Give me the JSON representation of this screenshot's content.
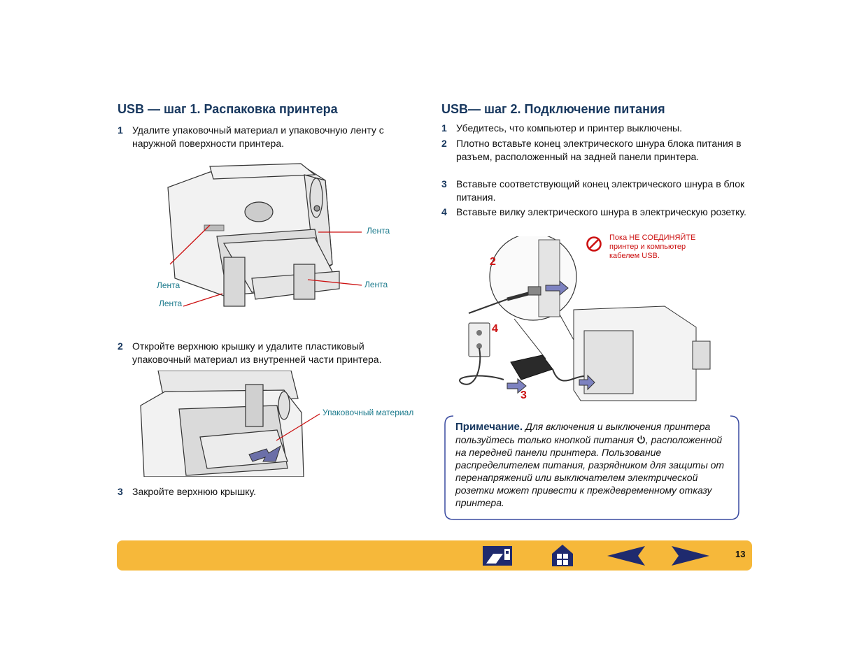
{
  "left": {
    "heading": "USB — шаг 1. Распаковка принтера",
    "steps": [
      {
        "num": "1",
        "text": "Удалите упаковочный материал и упаковочную ленту с наружной поверхности принтера."
      },
      {
        "num": "2",
        "text": "Откройте верхнюю крышку и удалите пластиковый упаковочный материал из внутренней части принтера."
      },
      {
        "num": "3",
        "text": "Закройте верхнюю крышку."
      }
    ],
    "figure1_labels": [
      "Лента",
      "Лента",
      "Лента",
      "Лента"
    ],
    "figure2_label": "Упаковочный материал"
  },
  "right": {
    "heading": "USB— шаг 2. Подключение питания",
    "steps": [
      {
        "num": "1",
        "text": "Убедитесь, что компьютер и принтер выключены."
      },
      {
        "num": "2",
        "text": "Плотно вставьте конец электрического шнура блока питания в разъем, расположенный на задней панели принтера."
      },
      {
        "num": "3",
        "text": "Вставьте соответствующий конец электрического шнура в блок питания."
      },
      {
        "num": "4",
        "text": "Вставьте вилку электрического шнура в электрическую розетку."
      }
    ],
    "warning": {
      "line1": "Пока НЕ СОЕДИНЯЙТЕ",
      "line2": "принтер и компьютер",
      "line3": "кабелем USB."
    },
    "figure_numbers": [
      "2",
      "4",
      "3"
    ]
  },
  "note": {
    "label": "Примечание.",
    "text_before_icon": " Для включения и выключения принтера пользуйтесь только кнопкой питания",
    "text_after_icon": ", расположенной на передней панели принтера. Пользование распределителем питания, разрядником для защиты от перенапряжений или выключателем электрической розетки может привести к преждевременному отказу принтера."
  },
  "footer": {
    "page_number": "13",
    "icons": [
      "printer-doc-icon",
      "home-icon",
      "arrow-left-icon",
      "arrow-right-icon"
    ]
  },
  "colors": {
    "heading": "#17375e",
    "callout": "#1b7a8c",
    "warning": "#cc1111",
    "bar": "#f6b83a",
    "nav_icon": "#1f2a6e"
  }
}
